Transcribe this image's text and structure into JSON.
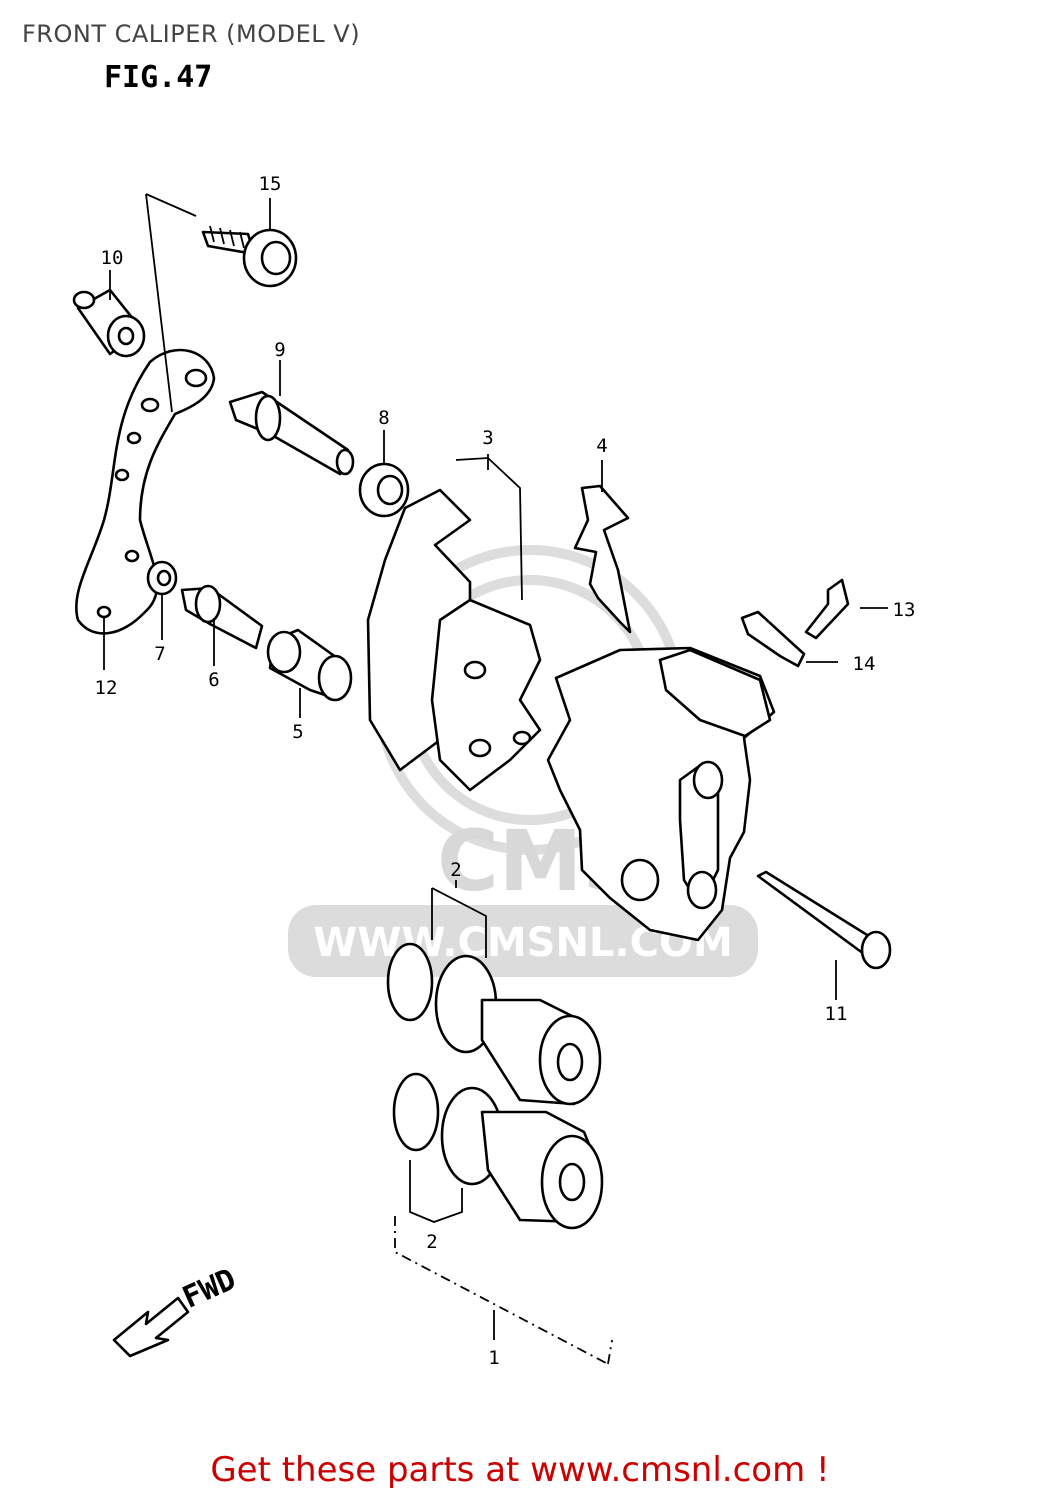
{
  "header": {
    "title": "FRONT CALIPER (MODEL V)",
    "figure": "FIG.47"
  },
  "parts": [
    {
      "ref": "1"
    },
    {
      "ref": "2"
    },
    {
      "ref": "2"
    },
    {
      "ref": "3"
    },
    {
      "ref": "4"
    },
    {
      "ref": "5"
    },
    {
      "ref": "6"
    },
    {
      "ref": "7"
    },
    {
      "ref": "8"
    },
    {
      "ref": "9"
    },
    {
      "ref": "10"
    },
    {
      "ref": "11"
    },
    {
      "ref": "12"
    },
    {
      "ref": "13"
    },
    {
      "ref": "14"
    },
    {
      "ref": "15"
    }
  ],
  "direction_label": "FWD",
  "watermark": {
    "brand": "CMS",
    "site": "WWW.CMSNL.COM"
  },
  "footer": {
    "cta": "Get these parts at www.cmsnl.com !"
  },
  "colors": {
    "title": "#444444",
    "cta": "#cc0000",
    "watermark": "#d8d8d8",
    "lines": "#000000"
  }
}
